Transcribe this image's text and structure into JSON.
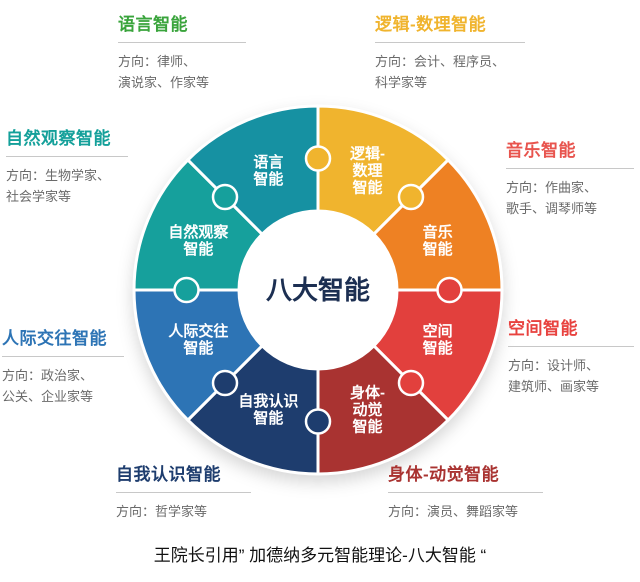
{
  "caption": "王院长引用” 加德纳多元智能理论-八大智能 “",
  "wheel": {
    "center_label": "八大智能",
    "center_label_color": "#1c2f52",
    "segments": [
      {
        "id": "logical",
        "label_lines": [
          "逻辑-",
          "数理",
          "智能"
        ],
        "color": "#f0b42e"
      },
      {
        "id": "musical",
        "label_lines": [
          "音乐",
          "智能"
        ],
        "color": "#ee8123"
      },
      {
        "id": "spatial",
        "label_lines": [
          "空间",
          "智能"
        ],
        "color": "#e2403d"
      },
      {
        "id": "bodily",
        "label_lines": [
          "身体-",
          "动觉",
          "智能"
        ],
        "color": "#a93331"
      },
      {
        "id": "intrapersonal",
        "label_lines": [
          "自我认识",
          "智能"
        ],
        "color": "#1e3d6e"
      },
      {
        "id": "interpersonal",
        "label_lines": [
          "人际交往",
          "智能"
        ],
        "color": "#2d74b5"
      },
      {
        "id": "naturalist",
        "label_lines": [
          "自然观察",
          "智能"
        ],
        "color": "#16a09c"
      },
      {
        "id": "linguistic",
        "label_lines": [
          "语言",
          "智能"
        ],
        "color": "#1691a2"
      }
    ]
  },
  "callouts": [
    {
      "id": "linguistic",
      "title": "语言智能",
      "color": "#3aa43c",
      "desc": "方向：律师、\n演说家、作家等"
    },
    {
      "id": "logical",
      "title": "逻辑-数理智能",
      "color": "#f0b42e",
      "desc": "方向：会计、程序员、\n科学家等"
    },
    {
      "id": "naturalist",
      "title": "自然观察智能",
      "color": "#14a09a",
      "desc": "方向：生物学家、\n社会学家等"
    },
    {
      "id": "musical",
      "title": "音乐智能",
      "color": "#e8544e",
      "desc": "方向：作曲家、\n歌手、调琴师等"
    },
    {
      "id": "interpersonal",
      "title": "人际交往智能",
      "color": "#2d74b5",
      "desc": "方向：政治家、\n公关、企业家等"
    },
    {
      "id": "spatial",
      "title": "空间智能",
      "color": "#e8423f",
      "desc": "方向：设计师、\n建筑师、画家等"
    },
    {
      "id": "intrapersonal",
      "title": "自我认识智能",
      "color": "#1e3d6e",
      "desc": "方向：哲学家等"
    },
    {
      "id": "bodily",
      "title": "身体-动觉智能",
      "color": "#a93331",
      "desc": "方向：演员、舞蹈家等"
    }
  ]
}
